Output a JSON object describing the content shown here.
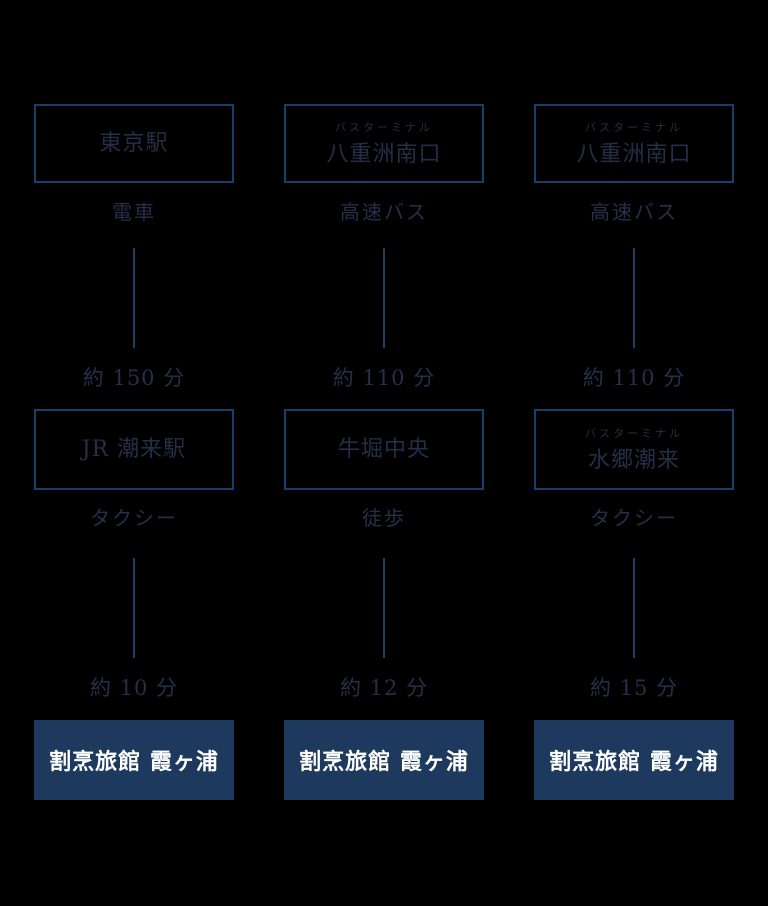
{
  "colors": {
    "background": "#000000",
    "box_outline": "#16406c",
    "label_text": "#262f49",
    "connector_line": "#1d3f63",
    "destination_bg": "#1d3a5e",
    "destination_text": "#ffffff"
  },
  "routes": [
    {
      "origin": {
        "name": "東京駅"
      },
      "leg1": {
        "mode": "電車",
        "duration": "約 150 分"
      },
      "stop": {
        "name": "JR 潮来駅"
      },
      "leg2": {
        "mode": "タクシー",
        "duration": "約 10 分"
      },
      "destination": {
        "name": "割烹旅館 霞ヶ浦"
      }
    },
    {
      "origin": {
        "sub": "バスターミナル",
        "name": "八重洲南口"
      },
      "leg1": {
        "mode": "高速バス",
        "duration": "約 110 分"
      },
      "stop": {
        "name": "牛堀中央"
      },
      "leg2": {
        "mode": "徒歩",
        "duration": "約 12 分"
      },
      "destination": {
        "name": "割烹旅館 霞ヶ浦"
      }
    },
    {
      "origin": {
        "sub": "バスターミナル",
        "name": "八重洲南口"
      },
      "leg1": {
        "mode": "高速バス",
        "duration": "約 110 分"
      },
      "stop": {
        "sub": "バスターミナル",
        "name": "水郷潮来"
      },
      "leg2": {
        "mode": "タクシー",
        "duration": "約 15 分"
      },
      "destination": {
        "name": "割烹旅館 霞ヶ浦"
      }
    }
  ]
}
